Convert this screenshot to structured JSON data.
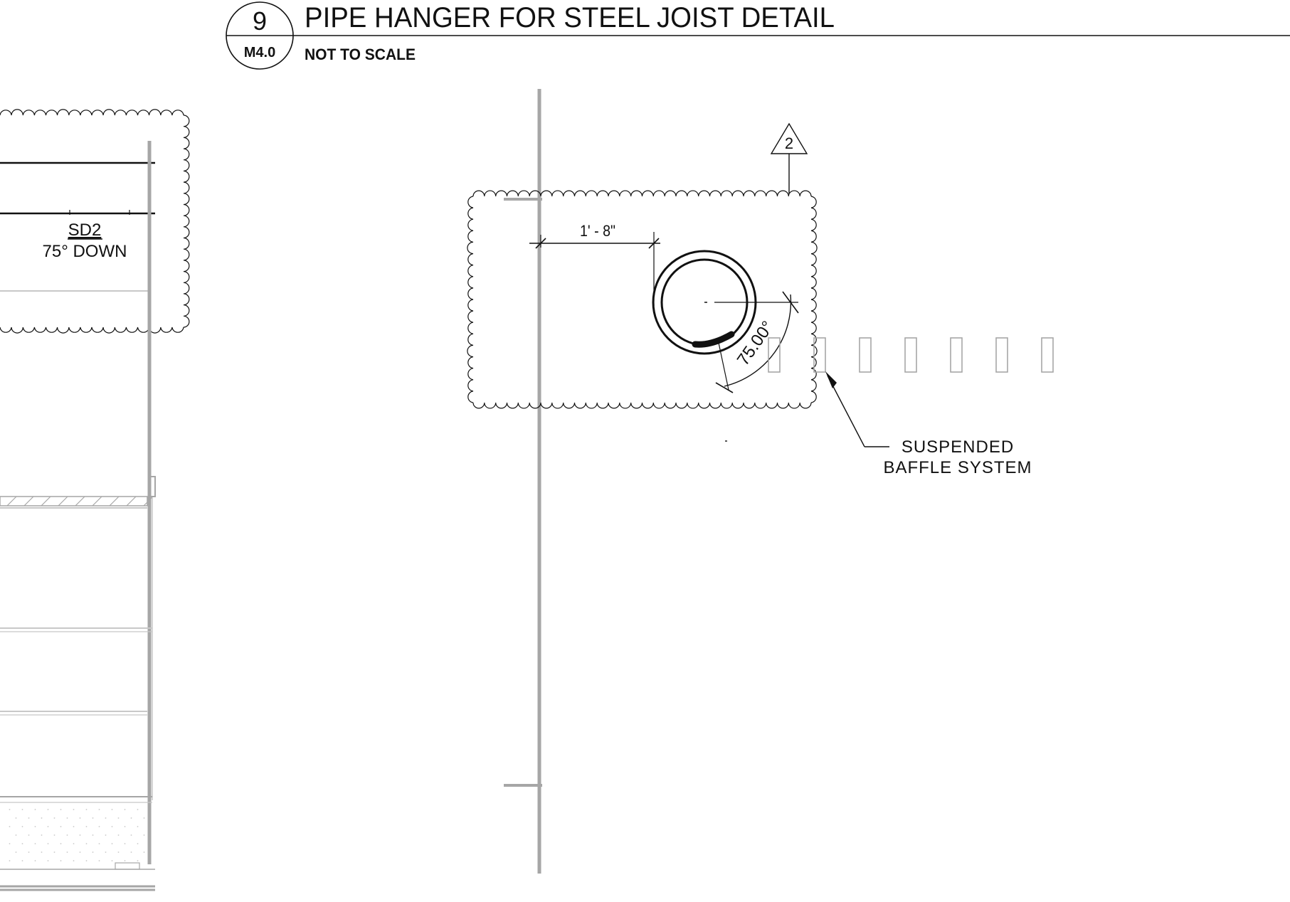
{
  "title_block": {
    "detail_number": "9",
    "sheet_number": "M4.0",
    "title": "PIPE HANGER FOR STEEL JOIST DETAIL",
    "subtitle": "NOT TO SCALE"
  },
  "left_detail": {
    "tag_name": "SD2",
    "tag_angle": "75° DOWN"
  },
  "main_detail": {
    "revision_tag": "2",
    "dimension_label": "1' - 8\"",
    "angle_label": "75.00°",
    "callout_line1": "SUSPENDED",
    "callout_line2": "BAFFLE SYSTEM"
  },
  "colors": {
    "ink": "#111111",
    "gray": "#a6a6a6",
    "light_gray": "#c8c8c8"
  }
}
